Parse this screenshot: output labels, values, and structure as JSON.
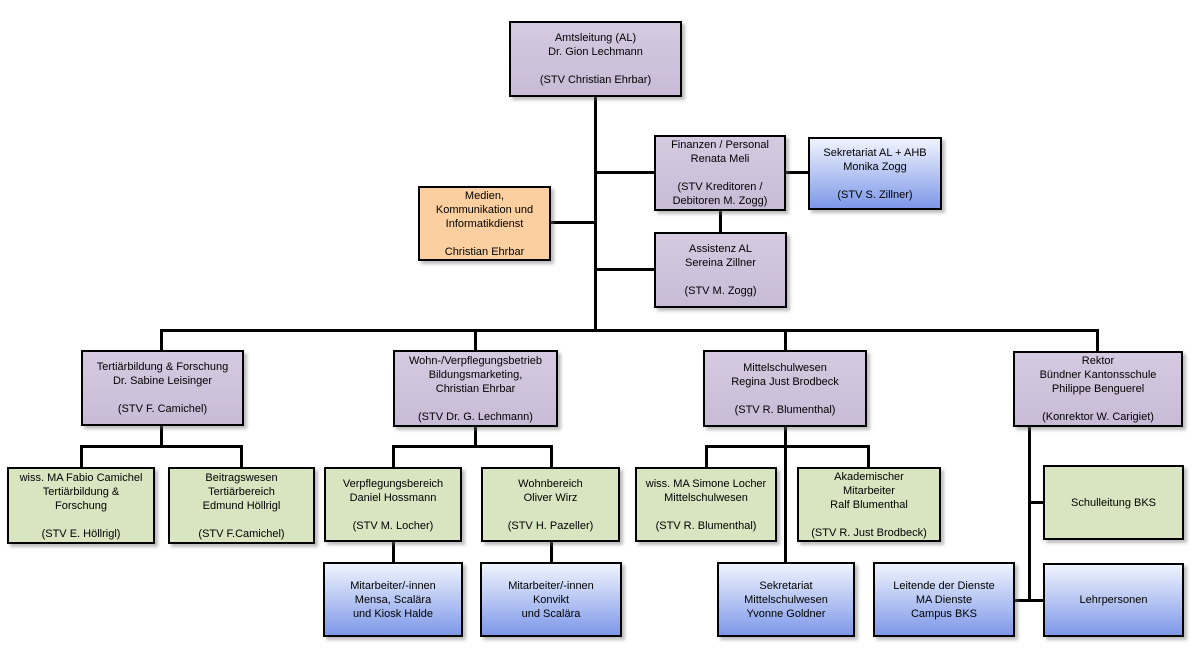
{
  "diagram_type": "org-chart",
  "colors": {
    "purple_top": "#d5cae0",
    "purple_bottom": "#c9bbd7",
    "orange": "#fbcf9f",
    "green": "#d8e5c0",
    "blue_top": "#f0f4fe",
    "blue_bottom": "#7e98e8",
    "line": "#000000"
  },
  "nodes": {
    "amtsleitung": "Amtsleitung (AL)\nDr. Gion Lechmann\n\n(STV Christian Ehrbar)",
    "finanzen": "Finanzen / Personal\nRenata Meli\n\n(STV Kreditoren /\nDebitoren M. Zogg)",
    "sekretariat_al": "Sekretariat AL + AHB\nMonika Zogg\n\n(STV S. Zillner)",
    "medien": "Medien,\nKommunikation und\nInformatikdienst\n\nChristian Ehrbar",
    "assistenz": "Assistenz AL\nSereina Zillner\n\n(STV M. Zogg)",
    "tertiaer": "Tertiärbildung & Forschung\nDr. Sabine Leisinger\n\n(STV F. Camichel)",
    "wohn": "Wohn-/Verpflegungsbetrieb\nBildungsmarketing,\nChristian Ehrbar\n\n(STV Dr. G. Lechmann)",
    "mittel": "Mittelschulwesen\nRegina Just Brodbeck\n\n(STV R. Blumenthal)",
    "rektor": "Rektor\nBündner Kantonsschule\nPhilippe Benguerel\n\n(Konrektor W. Carigiet)",
    "fabio": "wiss. MA Fabio Camichel\nTertiärbildung &\nForschung\n\n(STV E. Höllrigl)",
    "beitrag": "Beitragswesen\nTertiärbereich\nEdmund Höllrigl\n\n(STV F.Camichel)",
    "verpflegung": "Verpflegungsbereich\nDaniel Hossmann\n\n(STV M. Locher)",
    "wohnbereich": "Wohnbereich\nOliver Wirz\n\n(STV H. Pazeller)",
    "simone": "wiss. MA Simone Locher\nMittelschulwesen\n\n(STV R. Blumenthal)",
    "akademischer": "Akademischer\nMitarbeiter\nRalf Blumenthal\n\n(STV R. Just Brodbeck)",
    "schulleitung": "Schulleitung BKS",
    "mensa": "Mitarbeiter/-innen\nMensa, Scalära\nund Kiosk Halde",
    "konvikt": "Mitarbeiter/-innen\nKonvikt\nund Scalära",
    "sekretariat_msw": "Sekretariat\nMittelschulwesen\nYvonne Goldner",
    "leitende": "Leitende der Dienste\nMA Dienste\nCampus BKS",
    "lehrpersonen": "Lehrpersonen"
  },
  "edges": [
    {
      "from": "amtsleitung",
      "to": "finanzen"
    },
    {
      "from": "finanzen",
      "to": "sekretariat_al"
    },
    {
      "from": "amtsleitung",
      "to": "medien"
    },
    {
      "from": "amtsleitung",
      "to": "assistenz"
    },
    {
      "from": "finanzen",
      "to": "assistenz"
    },
    {
      "from": "amtsleitung",
      "to": "tertiaer"
    },
    {
      "from": "amtsleitung",
      "to": "wohn"
    },
    {
      "from": "amtsleitung",
      "to": "mittel"
    },
    {
      "from": "amtsleitung",
      "to": "rektor"
    },
    {
      "from": "tertiaer",
      "to": "fabio"
    },
    {
      "from": "tertiaer",
      "to": "beitrag"
    },
    {
      "from": "wohn",
      "to": "verpflegung"
    },
    {
      "from": "wohn",
      "to": "wohnbereich"
    },
    {
      "from": "mittel",
      "to": "simone"
    },
    {
      "from": "mittel",
      "to": "akademischer"
    },
    {
      "from": "mittel",
      "to": "sekretariat_msw"
    },
    {
      "from": "rektor",
      "to": "schulleitung"
    },
    {
      "from": "rektor",
      "to": "lehrpersonen"
    },
    {
      "from": "rektor",
      "to": "leitende"
    },
    {
      "from": "verpflegung",
      "to": "mensa"
    },
    {
      "from": "wohnbereich",
      "to": "konvikt"
    }
  ]
}
